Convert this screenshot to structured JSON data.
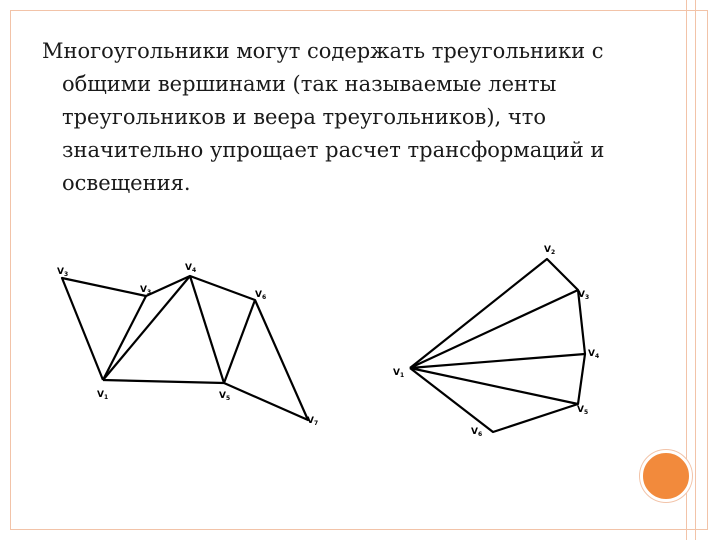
{
  "slide": {
    "body_text": "Многоугольники могут содержать треугольники с общими вершинами (так называемые ленты треугольников и веера треугольников), что значительно упрощает расчет трансформаций и освещения."
  },
  "strip_figure": {
    "labels": [
      "V",
      "V",
      "V",
      "V",
      "V",
      "V",
      "V"
    ],
    "subs": [
      "3",
      "3",
      "4",
      "6",
      "1",
      "5",
      "7"
    ]
  },
  "fan_figure": {
    "labels": [
      "V",
      "V",
      "V",
      "V",
      "V",
      "V"
    ],
    "subs": [
      "2",
      "3",
      "4",
      "1",
      "5",
      "6"
    ]
  },
  "colors": {
    "frame": "#f2c3a8",
    "accent": "#f28a3c",
    "ink": "#000000"
  }
}
